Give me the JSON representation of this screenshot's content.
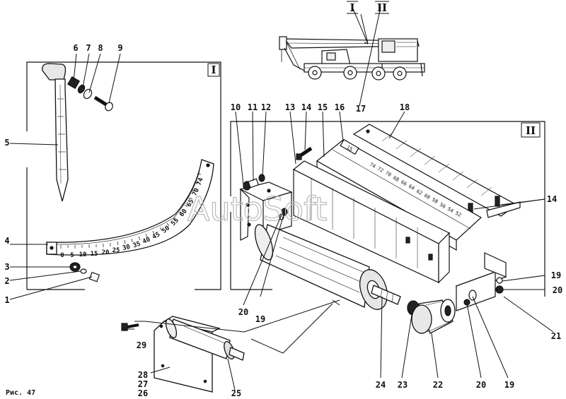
{
  "figure": {
    "caption": "Рис. 47",
    "watermark": "AutoSoft",
    "view_labels": [
      "I",
      "II"
    ],
    "scale_numbers": [
      "0",
      "5",
      "10",
      "15",
      "20",
      "25",
      "30",
      "35",
      "40",
      "45",
      "50",
      "55",
      "60",
      "65",
      "70",
      "74"
    ],
    "boom_plate_numbers": [
      "74",
      "72",
      "70",
      "68",
      "66",
      "64",
      "62",
      "60",
      "58",
      "56",
      "54",
      "52"
    ],
    "strip_code": "15"
  },
  "callouts": {
    "c1": "1",
    "c2": "2",
    "c3": "3",
    "c4": "4",
    "c5": "5",
    "c6": "6",
    "c7": "7",
    "c8": "8",
    "c9": "9",
    "c10": "10",
    "c11": "11",
    "c12": "12",
    "c13": "13",
    "c14": "14",
    "c14b": "14",
    "c15": "15",
    "c16": "16",
    "c17": "17",
    "c18": "18",
    "c19a": "19",
    "c19b": "19",
    "c19c": "19",
    "c20a": "20",
    "c20b": "20",
    "c20c": "20",
    "c21": "21",
    "c22": "22",
    "c23": "23",
    "c24": "24",
    "c25": "25",
    "c26": "26",
    "c27": "27",
    "c28": "28",
    "c29": "29"
  },
  "colors": {
    "ink": "#111111",
    "paper": "#ffffff",
    "watermark": "#bdbdbd"
  }
}
